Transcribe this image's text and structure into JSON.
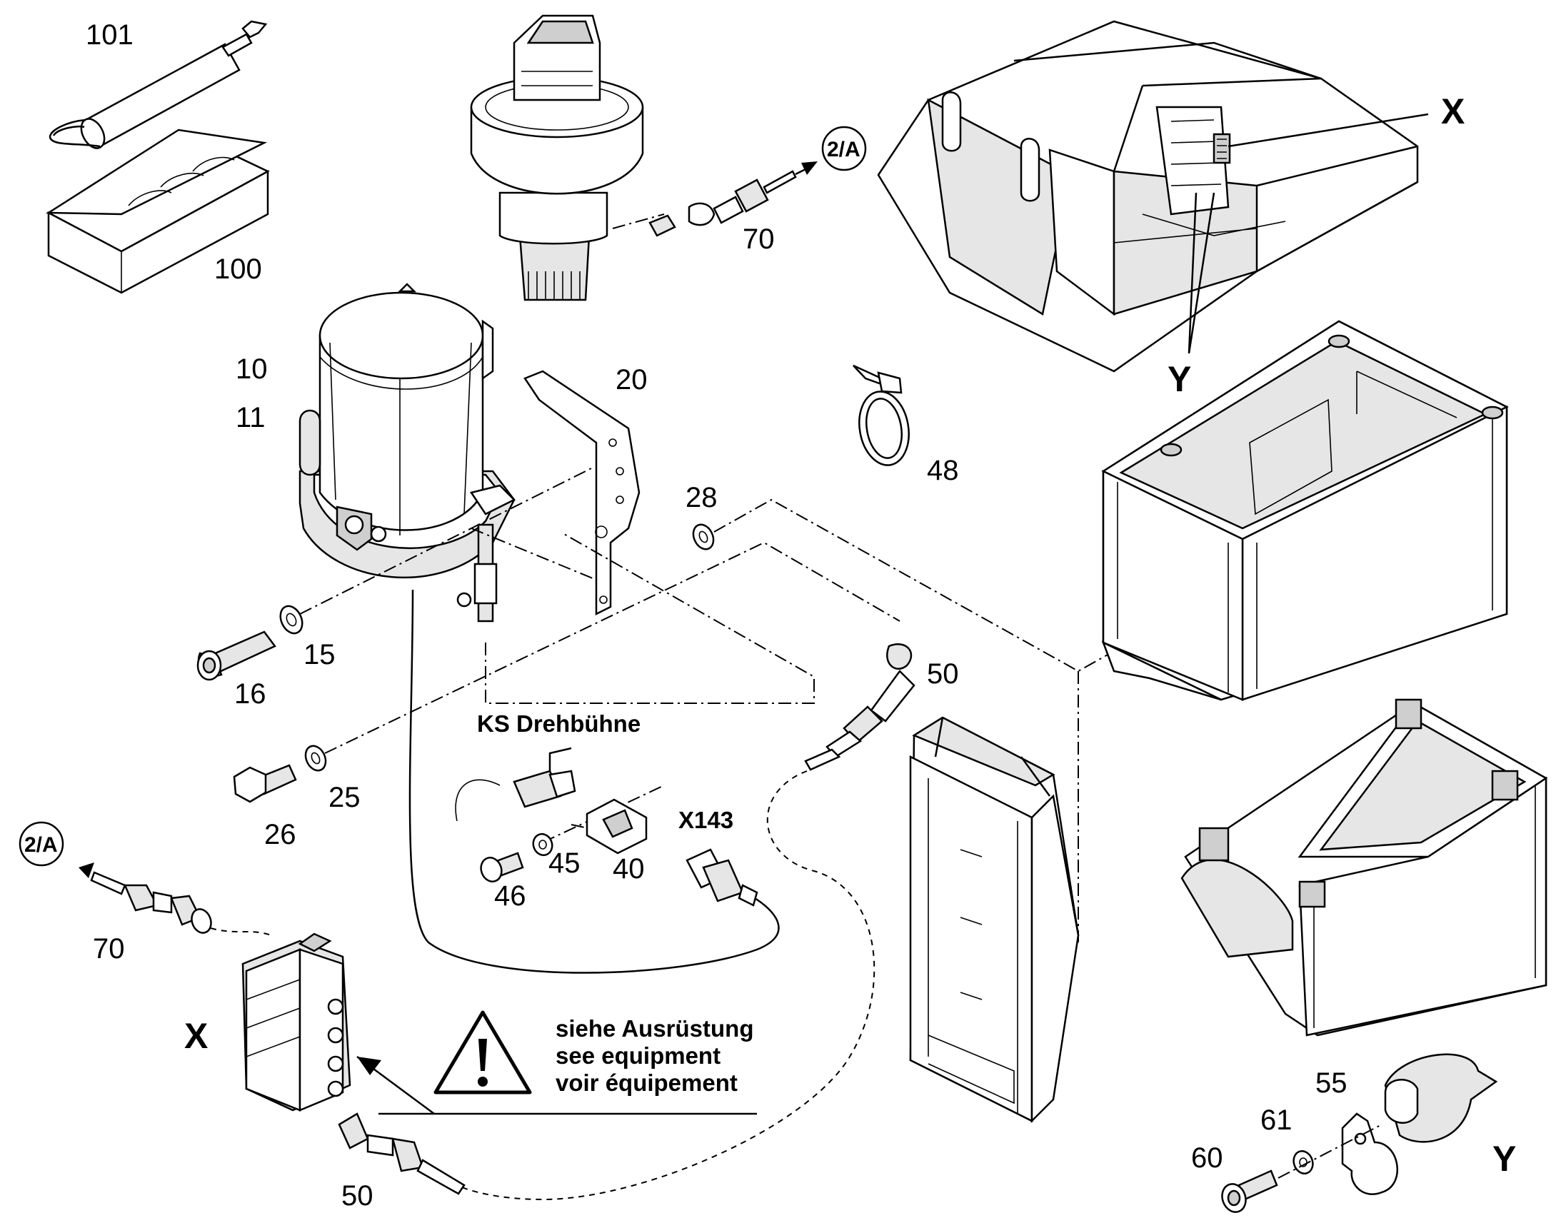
{
  "labels": {
    "p101": "101",
    "p100": "100",
    "p10": "10",
    "p11": "11",
    "p20": "20",
    "p28": "28",
    "p15": "15",
    "p16": "16",
    "p25": "25",
    "p26": "26",
    "p48": "48",
    "p50_top": "50",
    "p50_bottom": "50",
    "p70_top": "70",
    "p70_left": "70",
    "p40": "40",
    "p45": "45",
    "p46": "46",
    "p55": "55",
    "p60": "60",
    "p61": "61",
    "x_top": "X",
    "y_top": "Y",
    "x_left": "X",
    "y_bottom": "Y",
    "ref_top": "2/A",
    "ref_left": "2/A",
    "ks_drehbuehne": "KS Drehbühne",
    "x143": "X143"
  },
  "notice": {
    "line1": "siehe Ausrüstung",
    "line2": "see equipment",
    "line3": "voir équipement"
  },
  "icons": [
    "grease-cartridge",
    "cartridge-box",
    "grease-pump",
    "mounting-bracket",
    "swing-gear-motor",
    "upper-carriage-frame",
    "cable-tie",
    "hydraulic-fittings",
    "distributor-block",
    "warning-triangle",
    "tank-housing",
    "counterweight-frame",
    "cable-clip"
  ]
}
